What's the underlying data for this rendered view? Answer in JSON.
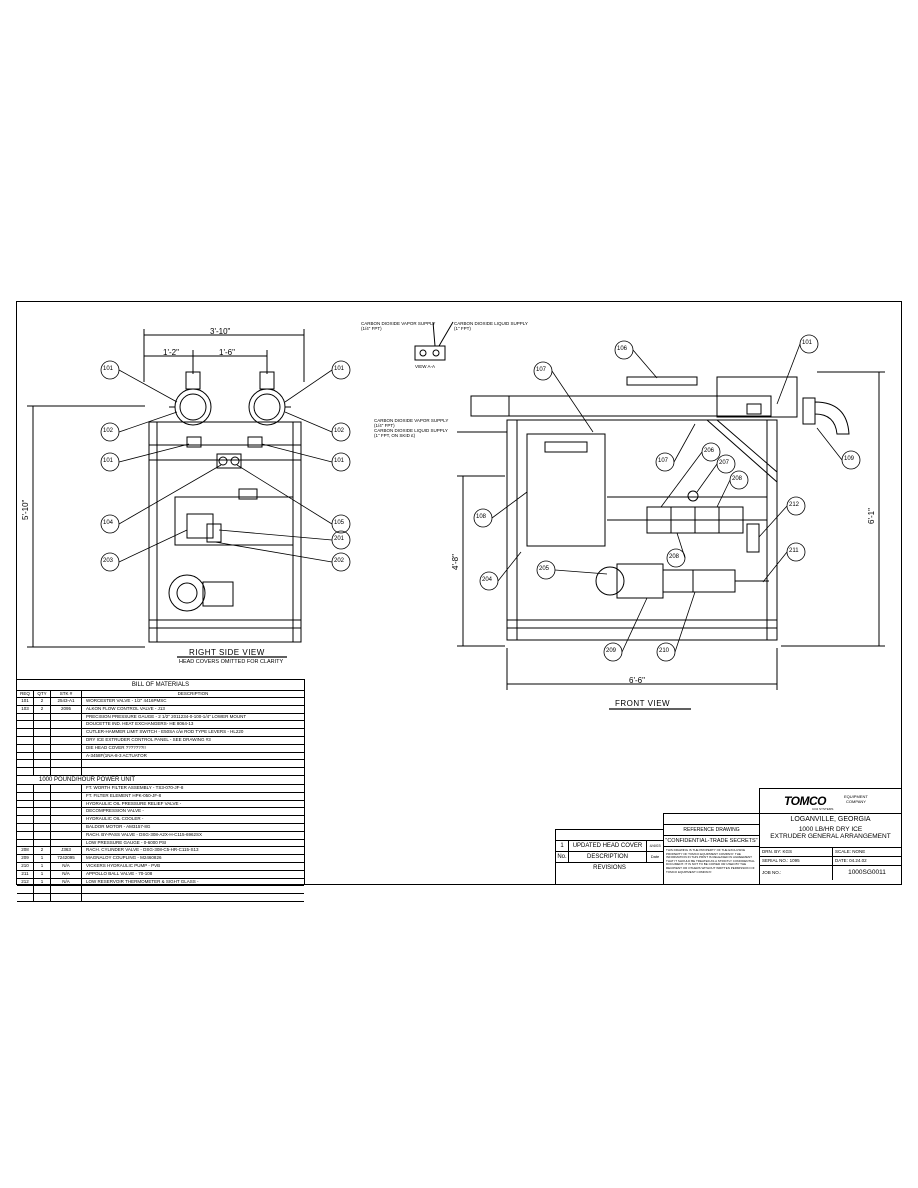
{
  "dimensions": {
    "overall_width_side": "3'-10\"",
    "left_span": "1'-2\"",
    "right_span": "1'-6\"",
    "side_height": "5'-10\"",
    "front_height_left": "4'-8\"",
    "front_height_right": "6'-1\"",
    "front_width": "6'-6\""
  },
  "views": {
    "right_side": "RIGHT SIDE VIEW",
    "right_side_note": "HEAD COVERS OMITTED FOR CLARITY",
    "front": "FRONT VIEW",
    "view_aa": "VIEW A-A"
  },
  "notes": {
    "vapor_supply_top": "CARBON DIOXIDE VAPOR SUPPLY",
    "vapor_supply_top_size": "(1/4\" FPT)",
    "liquid_supply_top": "CARBON DIOXIDE LIQUID SUPPLY",
    "liquid_supply_top_size": "(1\" FPT)",
    "vapor_supply_front": "CARBON DIOXIDE VAPOR SUPPLY",
    "vapor_supply_front_size": "(1/4\" FPT)",
    "liquid_supply_front": "CARBON DIOXIDE LIQUID SUPPLY",
    "liquid_supply_front_size": "(1\" FPT, ON SKID £)"
  },
  "balloons_side": [
    "101",
    "101",
    "102",
    "102",
    "101",
    "101",
    "104",
    "105",
    "203",
    "201",
    "202"
  ],
  "balloons_front": [
    "106",
    "101",
    "107",
    "107",
    "109",
    "108",
    "206",
    "207",
    "208",
    "212",
    "208",
    "204",
    "205",
    "211",
    "209",
    "210"
  ],
  "bom": {
    "title": "BILL OF MATERIALS",
    "headers": [
      "REQ",
      "QTY",
      "STK #",
      "DESCRIPTION"
    ],
    "rows": [
      [
        "101",
        "2",
        "2543-A1",
        "WORCESTER VALVE - 1/2\" 4416PMSC"
      ],
      [
        "103",
        "2",
        "2095",
        "ALKON FLOW CONTROL VALVE - J13"
      ],
      [
        "",
        "",
        "",
        "PRECISION PRESSURE GAUGE - 2 1/2\" 2011234-0-100-1/4\" LOWER MOUNT"
      ],
      [
        "",
        "",
        "",
        "DOUCETTE IND. HEAT EXCHANGERS- HE 8064-13"
      ],
      [
        "",
        "",
        "",
        "CUTLER-HAMMER LIMIT SWITCH - E50SA c/w ROD TYPE LEVERS - HL220"
      ],
      [
        "",
        "",
        "",
        "DRY ICE EXTRUDER CONTROL PANEL - SEE DRAWING #3"
      ],
      [
        "",
        "",
        "",
        "DIE HEAD COVER ???????!!"
      ],
      [
        "",
        "",
        "",
        "A-3458F(1NA-8-3 ACTUATOR"
      ],
      [
        "",
        "",
        "",
        ""
      ],
      [
        "",
        "",
        "",
        ""
      ]
    ],
    "section": "1000 POUND/HOUR POWER UNIT",
    "rows2": [
      [
        "",
        "",
        "",
        "FT. WORTH FILTER ASSEMBLY - TS3-070-JF-8"
      ],
      [
        "",
        "",
        "",
        "FT. FILTER ELEMENT HPK-050-JF-8"
      ],
      [
        "",
        "",
        "",
        "HYDRAULIC OIL PRESSURE RELIEF VALVE -"
      ],
      [
        "",
        "",
        "",
        "DECOMPRESSION VALVE -"
      ],
      [
        "",
        "",
        "",
        "HYDRAULIC OIL COOLER -"
      ],
      [
        "",
        "",
        "",
        "BALDOR MOTOR - AM3157-8G"
      ],
      [
        "",
        "",
        "",
        "RACH. BY-PASS VALVE - DSG-308-A2X-H-C115-6962SX"
      ],
      [
        "",
        "",
        "",
        "LOW PRESSURE GAUGE - 0-6000 PSI"
      ],
      [
        "208",
        "2",
        "J363",
        "RACH. CYLINDER VALVE - DSG-308-C5-HR-C115-S13"
      ],
      [
        "209",
        "1",
        "7242095",
        "MAGNALOY COUPLING - M2460826"
      ],
      [
        "210",
        "1",
        "N/A",
        "VICKERS HYDRAULIC PUMP - PVB"
      ],
      [
        "211",
        "1",
        "N/A",
        "APPOLLO BALL VALVE - 70-108"
      ],
      [
        "212",
        "1",
        "N/A",
        "LOW RESERVOIR THERMOMETER & SIGHT GLASS -"
      ],
      [
        "",
        "",
        "",
        ""
      ],
      [
        "",
        "",
        "",
        ""
      ]
    ]
  },
  "title_block": {
    "company_logo": "TOMCO",
    "company_sub1": "EQUIPMENT",
    "company_sub2": "COMPANY",
    "systems": "CO2 SYSTEMS",
    "location": "LOGANVILLE, GEORGIA",
    "title1": "1000 LB/HR DRY ICE",
    "title2": "EXTRUDER GENERAL ARRANGEMENT",
    "drn_by": "DRN. BY:  KGS",
    "scale": "SCALE:  NONE",
    "serial": "SERIAL NO.:  1095",
    "date": "DATE:  04.24.02",
    "job_no": "JOB NO.:",
    "drawing_no": "1000SG0011",
    "ref_drawing": "REFERENCE DRAWING",
    "confidential": "\"CONFIDENTIAL-TRADE SECRETS\"",
    "confidential_text": "THIS DRAWING IS THE PROPERTY OF THE EXCLUSIVE PROPERTY OF TOMCO EQUIPMENT COMPANY. THE INFORMATION IN THIS PRINT IS RELEASED IN AGREEMENT THAT IT SHOULD BE TREATED AS A STRICTLY CONFIDENTIAL DOCUMENT. IT IS NOT TO BE COPIED OR USED BY THE RECIPIENT OR OTHERS WITHOUT WRITTEN PERMISSION OF TOMCO EQUIPMENT COMPANY."
  },
  "revisions": {
    "rows": [
      [
        "1",
        "UPDATED HEAD COVER",
        "4/4/03"
      ]
    ],
    "header": [
      "No.",
      "DESCRIPTION",
      "Date"
    ],
    "label": "REVISIONS"
  }
}
